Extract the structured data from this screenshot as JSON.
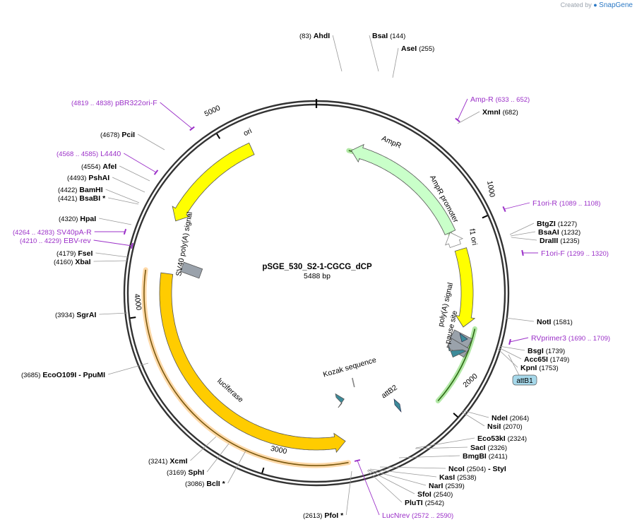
{
  "credit": {
    "prefix": "Created by",
    "brand": "SnapGene"
  },
  "plasmid": {
    "name": "pSGE_530_S2-1-CGCG_dCP",
    "length_label": "5488 bp",
    "length": 5488
  },
  "colors": {
    "backbone": "#333333",
    "primer": "#9b30c8",
    "ampr": "#c9ffc9",
    "ori": "#ffff00",
    "luciferase": "#ffcc00",
    "polyA": "#9aa2ab",
    "attB": "#3d8b9a",
    "f1": "#ffff00"
  },
  "tick_labels": [
    {
      "bp": 1000,
      "text": "1000"
    },
    {
      "bp": 2000,
      "text": "2000"
    },
    {
      "bp": 3000,
      "text": "3000"
    },
    {
      "bp": 4000,
      "text": "4000"
    },
    {
      "bp": 5000,
      "text": "5000"
    }
  ],
  "sites": [
    {
      "name": "AhdI",
      "pos": "(83)",
      "pos_first": true
    },
    {
      "name": "BsaI",
      "pos": "(144)"
    },
    {
      "name": "AseI",
      "pos": "(255)"
    },
    {
      "name": "XmnI",
      "pos": "(682)"
    },
    {
      "name": "BtgZI",
      "pos": "(1227)"
    },
    {
      "name": "BsaAI",
      "pos": "(1232)"
    },
    {
      "name": "DraIII",
      "pos": "(1235)"
    },
    {
      "name": "NotI",
      "pos": "(1581)"
    },
    {
      "name": "BsgI",
      "pos": "(1739)"
    },
    {
      "name": "Acc65I",
      "pos": "(1749)"
    },
    {
      "name": "KpnI",
      "pos": "(1753)"
    },
    {
      "name": "NdeI",
      "pos": "(2064)"
    },
    {
      "name": "NsiI",
      "pos": "(2070)"
    },
    {
      "name": "Eco53kI",
      "pos": "(2324)"
    },
    {
      "name": "SacI",
      "pos": "(2326)"
    },
    {
      "name": "BmgBI",
      "pos": "(2411)"
    },
    {
      "name": "NcoI",
      "pos": "(2504)",
      "suffix": " - StyI"
    },
    {
      "name": "KasI",
      "pos": "(2538)"
    },
    {
      "name": "NarI",
      "pos": "(2539)"
    },
    {
      "name": "SfoI",
      "pos": "(2540)"
    },
    {
      "name": "PluTI",
      "pos": "(2542)"
    },
    {
      "name": "PfoI *",
      "pos": "(2613)",
      "pos_first": true
    },
    {
      "name": "BclI *",
      "pos": "(3086)",
      "pos_first": true
    },
    {
      "name": "SphI",
      "pos": "(3169)",
      "pos_first": true
    },
    {
      "name": "XcmI",
      "pos": "(3241)",
      "pos_first": true
    },
    {
      "name": "EcoO109I",
      "pos": "(3685)",
      "pos_first": true,
      "suffix": "- PpuMI"
    },
    {
      "name": "SgrAI",
      "pos": "(3934)",
      "pos_first": true
    },
    {
      "name": "XbaI",
      "pos": "(4160)",
      "pos_first": true
    },
    {
      "name": "FseI",
      "pos": "(4179)",
      "pos_first": true
    },
    {
      "name": "HpaI",
      "pos": "(4320)",
      "pos_first": true
    },
    {
      "name": "BsaBI *",
      "pos": "(4421)",
      "pos_first": true
    },
    {
      "name": "BamHI",
      "pos": "(4422)",
      "pos_first": true
    },
    {
      "name": "PshAI",
      "pos": "(4493)",
      "pos_first": true
    },
    {
      "name": "AfeI",
      "pos": "(4554)",
      "pos_first": true
    },
    {
      "name": "PciI",
      "pos": "(4678)",
      "pos_first": true
    }
  ],
  "primers": [
    {
      "name": "Amp-R",
      "range": "(633 .. 652)"
    },
    {
      "name": "F1ori-R",
      "range": "(1089 .. 1108)"
    },
    {
      "name": "F1ori-F",
      "range": "(1299 .. 1320)"
    },
    {
      "name": "RVprimer3",
      "range": "(1690 .. 1709)"
    },
    {
      "name": "LucNrev",
      "range": "(2572 .. 2590)"
    },
    {
      "name": "EBV-rev",
      "range": "(4210 .. 4229)",
      "range_first": true
    },
    {
      "name": "SV40pA-R",
      "range": "(4264 .. 4283)",
      "range_first": true
    },
    {
      "name": "L4440",
      "range": "(4568 .. 4585)",
      "range_first": true
    },
    {
      "name": "pBR322ori-F",
      "range": "(4819 .. 4838)",
      "range_first": true
    }
  ],
  "features": [
    {
      "name": "AmpR",
      "start": 210,
      "end": 1000,
      "strand": -1,
      "color": "#c9ffc9"
    },
    {
      "name": "AmpR promoter",
      "start": 1000,
      "end": 1085,
      "strand": -1,
      "color": "#ffffff"
    },
    {
      "name": "f1 ori",
      "start": 1115,
      "end": 1570,
      "strand": 1,
      "color": "#ffff00"
    },
    {
      "name": "ori",
      "start": 4530,
      "end": 5120,
      "strand": -1,
      "color": "#ffff00"
    },
    {
      "name": "luciferase",
      "start": 2575,
      "end": 4230,
      "strand": -1,
      "color": "#ffcc00"
    },
    {
      "name": "SV40 poly(A) signal",
      "start": 4240,
      "end": 4300,
      "strand": 0,
      "color": "#9aa2ab"
    },
    {
      "name": "poly(A) signal",
      "start": 1620,
      "end": 1650,
      "strand": 0,
      "color": "#9aa2ab"
    },
    {
      "name": "pause site",
      "start": 1660,
      "end": 1720,
      "strand": 0,
      "color": "#9aa2ab"
    },
    {
      "name": "attB1",
      "start": 1730,
      "end": 1755,
      "strand": 1,
      "color": "#3d8b9a"
    },
    {
      "name": "attB2",
      "start": 2520,
      "end": 2545,
      "strand": -1,
      "color": "#3d8b9a"
    },
    {
      "name": "Kozak sequence",
      "start": 2560,
      "end": 2570,
      "strand": 0,
      "color": "#ffffff"
    }
  ],
  "orf_arcs": [
    {
      "start": 195,
      "end": 1005,
      "strand": -1,
      "color": "#b2e8a6"
    },
    {
      "start": 1565,
      "end": 2005,
      "strand": 1,
      "color": "#b2e8a6"
    },
    {
      "start": 2580,
      "end": 4235,
      "strand": -1,
      "color": "#ffd9a8"
    }
  ]
}
